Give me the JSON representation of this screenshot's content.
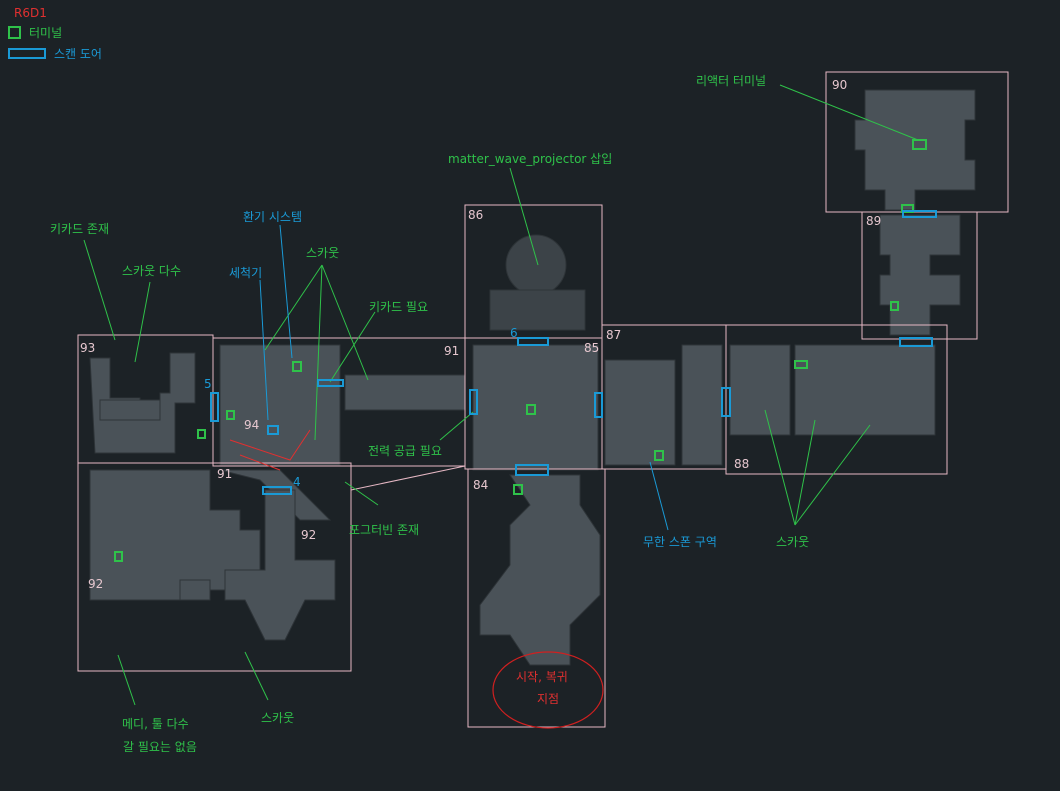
{
  "legend": {
    "title": "R6D1",
    "terminal_label": "터미널",
    "scan_door_label": "스캔 도어",
    "terminal_color": "#2fc24a",
    "scan_door_color": "#1a9ad6"
  },
  "zones": [
    "93",
    "91",
    "94",
    "91",
    "92",
    "92",
    "86",
    "85",
    "84",
    "87",
    "88",
    "89",
    "90"
  ],
  "door_numbers": [
    "5",
    "6",
    "4"
  ],
  "annotations": {
    "keycard_present": "키카드 존재",
    "scout_many": "스카웃 다수",
    "ventilation": "환기 시스템",
    "washer": "세척기",
    "scout_top": "스카웃",
    "keycard_needed": "키카드 필요",
    "matter_wave": "matter_wave_projector 삽입",
    "reactor_terminal": "리액터 터미널",
    "power_needed": "전력 공급 필요",
    "fogtervin": "포그터빈 존재",
    "infinite_spawn": "무한 스폰 구역",
    "scout_right": "스카웃",
    "scout_bottom": "스카웃",
    "medi_line1": "메디, 툴 다수",
    "medi_line2": "갈 필요는 없음",
    "start_line1": "시작, 복귀",
    "start_line2": "지점"
  }
}
